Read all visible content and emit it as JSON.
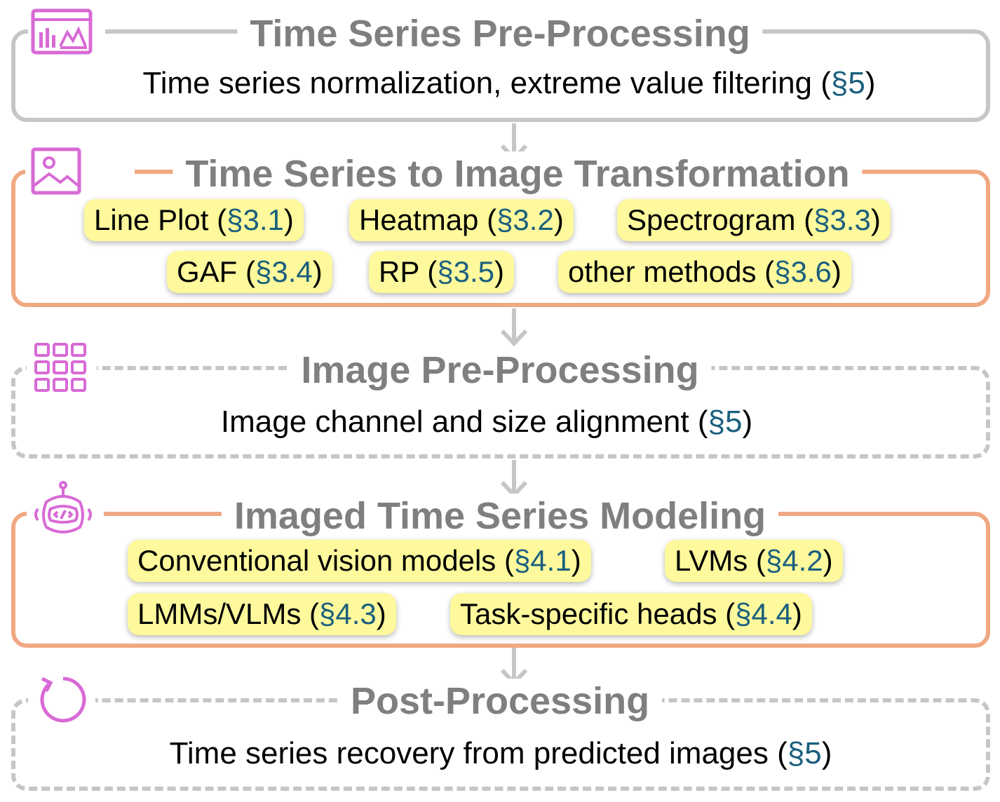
{
  "stages": [
    {
      "title": "Time Series Pre-Processing",
      "description": "Time series normalization, extreme value filtering (",
      "ref": "§5",
      "close": ")"
    },
    {
      "title": "Time Series to Image Transformation",
      "chips": [
        {
          "label": "Line Plot (",
          "ref": "§3.1",
          "close": ")"
        },
        {
          "label": "Heatmap (",
          "ref": "§3.2",
          "close": ")"
        },
        {
          "label": "Spectrogram (",
          "ref": "§3.3",
          "close": ")"
        },
        {
          "label": "GAF (",
          "ref": "§3.4",
          "close": ")"
        },
        {
          "label": "RP (",
          "ref": "§3.5",
          "close": ")"
        },
        {
          "label": "other methods (",
          "ref": "§3.6",
          "close": ")"
        }
      ]
    },
    {
      "title": "Image Pre-Processing",
      "description": "Image channel and size alignment (",
      "ref": "§5",
      "close": ")"
    },
    {
      "title": "Imaged Time Series Modeling",
      "chips": [
        {
          "label": "Conventional vision models (",
          "ref": "§4.1",
          "close": ")"
        },
        {
          "label": "LVMs (",
          "ref": "§4.2",
          "close": ")"
        },
        {
          "label": "LMMs/VLMs (",
          "ref": "§4.3",
          "close": ")"
        },
        {
          "label": "Task-specific heads (",
          "ref": "§4.4",
          "close": ")"
        }
      ]
    },
    {
      "title": "Post-Processing",
      "description": "Time series recovery from predicted images (",
      "ref": "§5",
      "close": ")"
    }
  ],
  "colors": {
    "gray_border": "#c6c6c6",
    "orange_border": "#f0a882",
    "title_gray": "#7f7f7f",
    "ref_blue": "#1b5f7e",
    "chip_yellow": "#fdf99c",
    "icon_magenta": "#d86ad6"
  },
  "icons": [
    "chart-dashboard-icon",
    "image-icon",
    "grid-icon",
    "robot-icon",
    "refresh-icon"
  ]
}
